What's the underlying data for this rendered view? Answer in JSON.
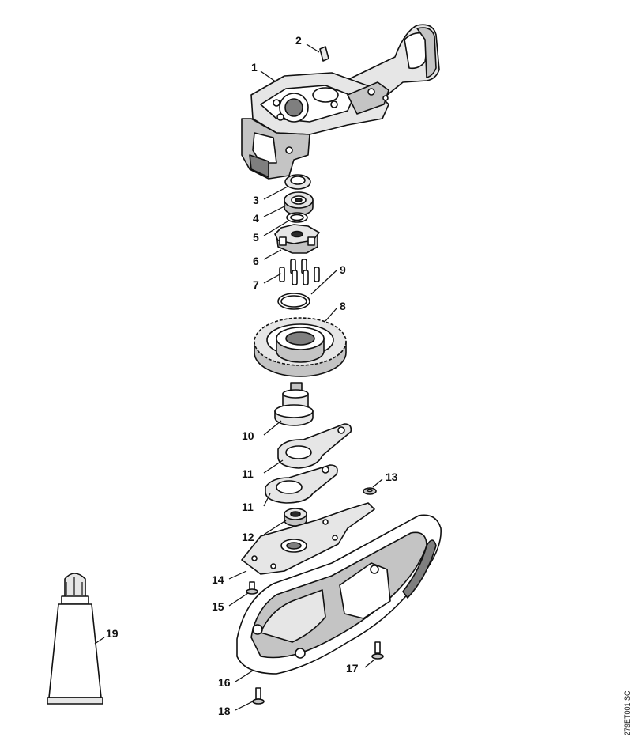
{
  "callouts": [
    {
      "id": "part-1",
      "text": "1"
    },
    {
      "id": "part-2",
      "text": "2"
    },
    {
      "id": "part-3",
      "text": "3"
    },
    {
      "id": "part-4",
      "text": "4"
    },
    {
      "id": "part-5",
      "text": "5"
    },
    {
      "id": "part-6",
      "text": "6"
    },
    {
      "id": "part-7",
      "text": "7"
    },
    {
      "id": "part-8",
      "text": "8"
    },
    {
      "id": "part-9",
      "text": "9"
    },
    {
      "id": "part-10",
      "text": "10"
    },
    {
      "id": "part-11a",
      "text": "11"
    },
    {
      "id": "part-11b",
      "text": "11"
    },
    {
      "id": "part-12",
      "text": "12"
    },
    {
      "id": "part-13",
      "text": "13"
    },
    {
      "id": "part-14",
      "text": "14"
    },
    {
      "id": "part-15",
      "text": "15"
    },
    {
      "id": "part-16",
      "text": "16"
    },
    {
      "id": "part-17",
      "text": "17"
    },
    {
      "id": "part-18",
      "text": "18"
    },
    {
      "id": "part-19",
      "text": "19"
    }
  ],
  "drawing_code": "279ET001 SC"
}
